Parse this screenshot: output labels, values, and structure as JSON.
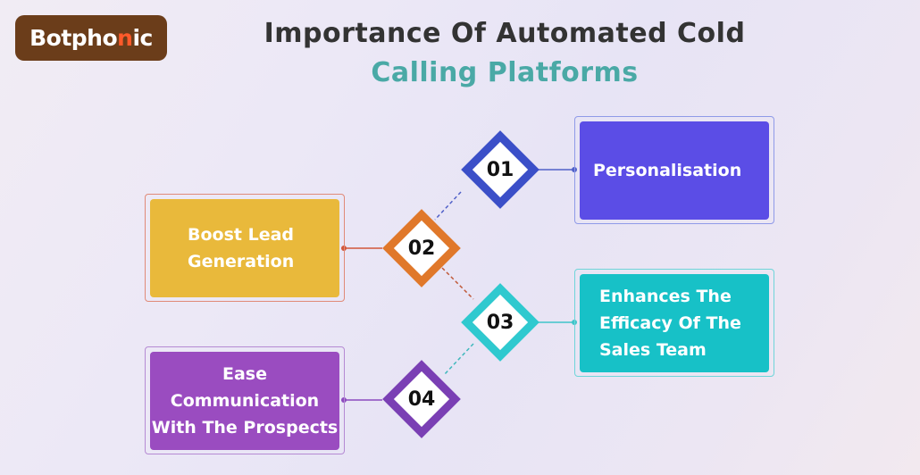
{
  "logo": {
    "text_main": "Botpho",
    "text_accent": "n",
    "text_end": "ic"
  },
  "title": {
    "line1": "Importance Of Automated Cold",
    "line2": "Calling Platforms"
  },
  "steps": [
    {
      "number": "01",
      "label": "Personalisation",
      "color": "#5b4de6",
      "diamond_color": "#3b4fc8"
    },
    {
      "number": "02",
      "label": "Boost Lead Generation",
      "lines": [
        "Boost Lead",
        "Generation"
      ],
      "color": "#e9b93b",
      "diamond_color": "#e0782a"
    },
    {
      "number": "03",
      "label": "Enhances The Efficacy Of The Sales Team",
      "lines": [
        "Enhances The",
        "Efficacy Of The",
        "Sales Team"
      ],
      "color": "#17c1c7",
      "diamond_color": "#2fc9cf"
    },
    {
      "number": "04",
      "label": "Ease Communication With The Prospects",
      "lines": [
        "Ease",
        "Communication",
        "With The Prospects"
      ],
      "color": "#9a4cc0",
      "diamond_color": "#7a3fb4"
    }
  ]
}
